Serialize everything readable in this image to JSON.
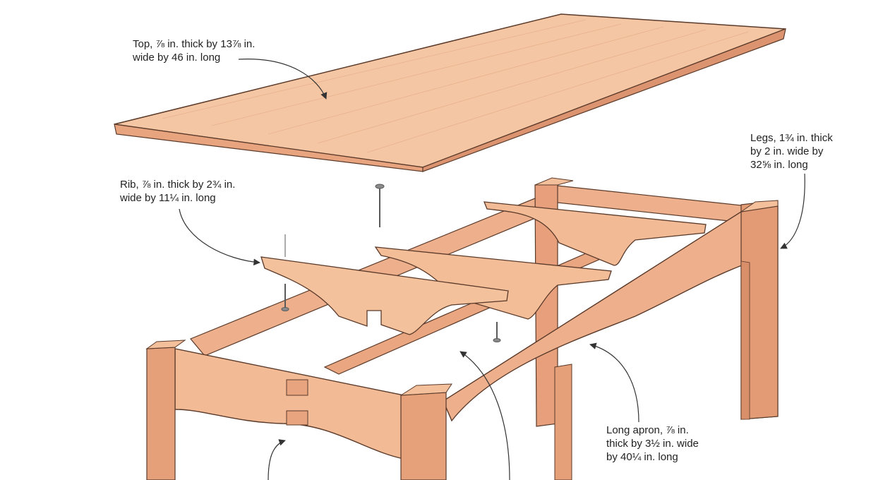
{
  "labels": {
    "top": [
      "Top, ⅞ in. thick by 13⅞ in.",
      "wide by 46 in. long"
    ],
    "rib": [
      "Rib, ⅞ in. thick by 2¾ in.",
      "wide by 11¼ in. long"
    ],
    "legs": [
      "Legs, 1¾ in. thick",
      "by 2 in. wide  by",
      "32⅝ in. long"
    ],
    "long_apron": [
      "Long apron, ⅞ in.",
      "thick by 3½ in. wide",
      "by 40¼ in. long"
    ]
  },
  "colors": {
    "wood_light": "#f6c8a6",
    "wood_mid": "#eeb08c",
    "wood_dark": "#d98f6a",
    "wood_shadow": "#c67a56",
    "outline": "#5a3a2a",
    "leader": "#333333",
    "screw": "#6a6a6a"
  }
}
